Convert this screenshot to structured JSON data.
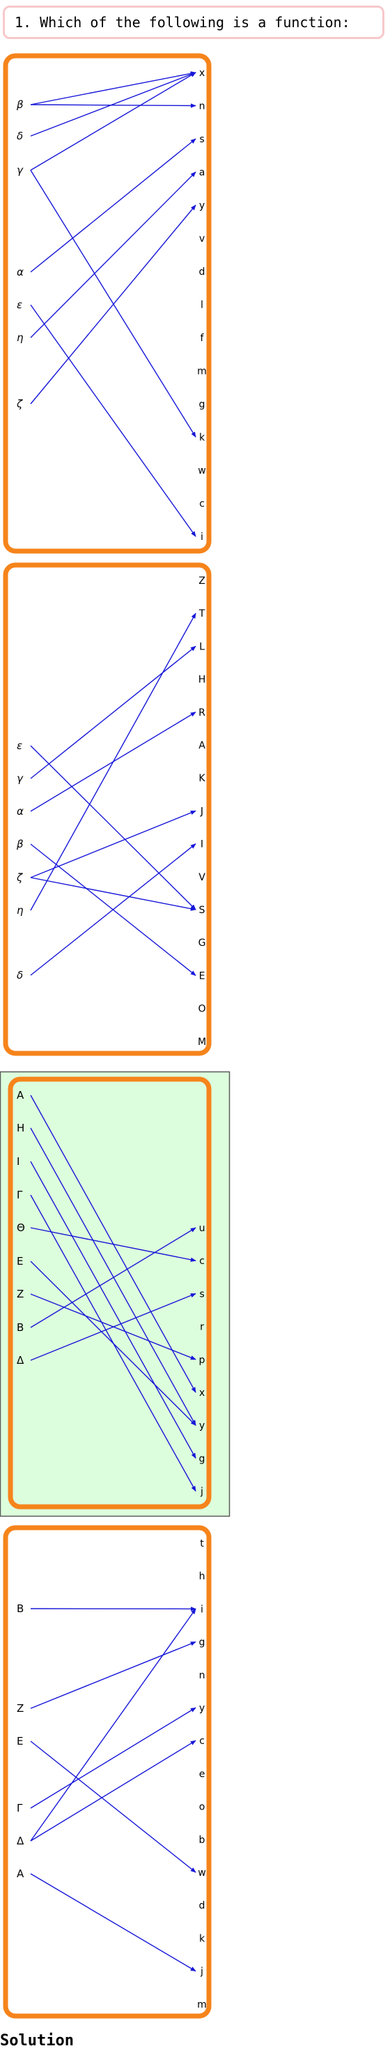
{
  "question": {
    "text": "1. Which of the following is a function:"
  },
  "solution": {
    "label": "Solution"
  },
  "colors": {
    "border": "#f6841b",
    "arrow": "#1717d8",
    "highlight_bg": "#ddfedd",
    "highlight_frame": "#5a5a5a"
  },
  "options": [
    {
      "highlighted": false,
      "domain": [
        "β",
        "δ",
        "γ",
        "α",
        "ε",
        "η",
        "ζ"
      ],
      "codomain": [
        "x",
        "n",
        "s",
        "a",
        "y",
        "v",
        "d",
        "l",
        "f",
        "m",
        "g",
        "k",
        "w",
        "c",
        "i"
      ],
      "mappings": [
        [
          "β",
          "x"
        ],
        [
          "β",
          "n"
        ],
        [
          "δ",
          "x"
        ],
        [
          "γ",
          "x"
        ],
        [
          "γ",
          "k"
        ],
        [
          "α",
          "s"
        ],
        [
          "ε",
          "i"
        ],
        [
          "η",
          "a"
        ],
        [
          "ζ",
          "y"
        ]
      ]
    },
    {
      "highlighted": false,
      "domain": [
        "ε",
        "γ",
        "α",
        "β",
        "ζ",
        "η",
        "δ"
      ],
      "codomain": [
        "Z",
        "T",
        "L",
        "H",
        "R",
        "A",
        "K",
        "J",
        "I",
        "V",
        "S",
        "G",
        "E",
        "O",
        "M"
      ],
      "mappings": [
        [
          "ε",
          "S"
        ],
        [
          "γ",
          "L"
        ],
        [
          "α",
          "R"
        ],
        [
          "β",
          "E"
        ],
        [
          "ζ",
          "J"
        ],
        [
          "ζ",
          "S"
        ],
        [
          "η",
          "T"
        ],
        [
          "δ",
          "I"
        ]
      ]
    },
    {
      "highlighted": true,
      "domain": [
        "A",
        "H",
        "I",
        "Γ",
        "Θ",
        "E",
        "Z",
        "B",
        "Δ"
      ],
      "codomain": [
        "u",
        "c",
        "s",
        "r",
        "p",
        "x",
        "y",
        "g",
        "j"
      ],
      "mappings": [
        [
          "A",
          "x"
        ],
        [
          "H",
          "y"
        ],
        [
          "I",
          "g"
        ],
        [
          "Γ",
          "j"
        ],
        [
          "Θ",
          "c"
        ],
        [
          "E",
          "y"
        ],
        [
          "Z",
          "p"
        ],
        [
          "B",
          "u"
        ],
        [
          "Δ",
          "s"
        ]
      ]
    },
    {
      "highlighted": false,
      "domain": [
        "B",
        "Z",
        "E",
        "Γ",
        "Δ",
        "A"
      ],
      "codomain": [
        "t",
        "h",
        "i",
        "g",
        "n",
        "y",
        "c",
        "e",
        "o",
        "b",
        "w",
        "d",
        "k",
        "j",
        "m"
      ],
      "mappings": [
        [
          "B",
          "i"
        ],
        [
          "Z",
          "g"
        ],
        [
          "E",
          "w"
        ],
        [
          "Γ",
          "y"
        ],
        [
          "Δ",
          "i"
        ],
        [
          "Δ",
          "c"
        ],
        [
          "A",
          "j"
        ]
      ]
    }
  ]
}
